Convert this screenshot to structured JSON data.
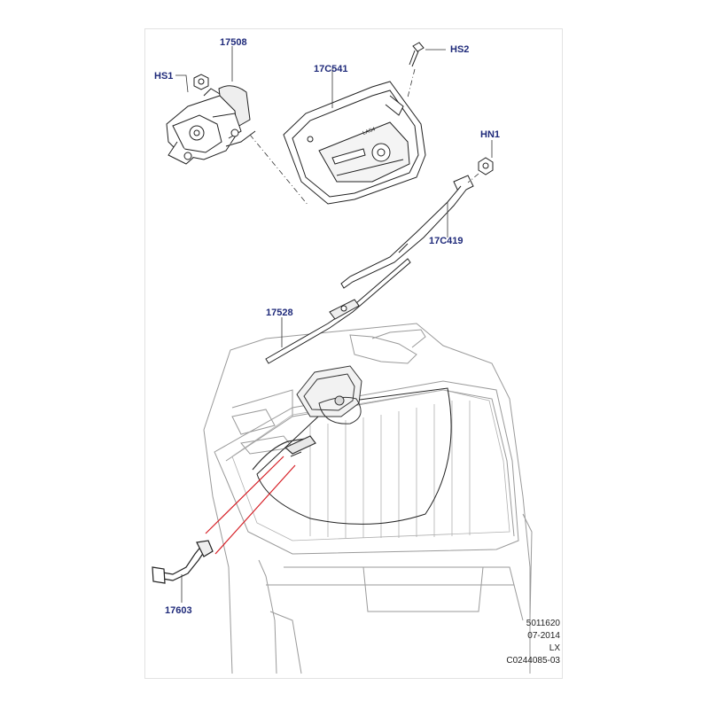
{
  "callouts": {
    "c17508": "17508",
    "hs1": "HS1",
    "hs2": "HS2",
    "c17c541": "17C541",
    "hn1": "HN1",
    "c17c419": "17C419",
    "c17528": "17528",
    "c17603": "17603"
  },
  "part_marking": "LAS4",
  "meta": {
    "ref": "5011620",
    "date": "07-2014",
    "model": "LX",
    "code": "C0244085-03"
  },
  "colors": {
    "callout": "#1f2a7a",
    "line": "#333333",
    "ghost": "#a8a8a8",
    "highlight": "#d61f26"
  }
}
